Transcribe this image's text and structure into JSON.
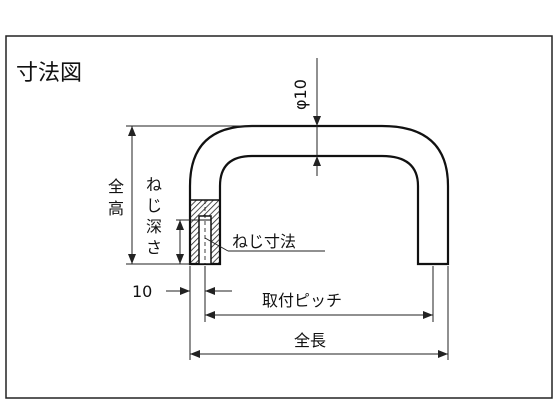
{
  "title": "寸法図",
  "labels": {
    "diameter": "φ10",
    "total_height_1": "全",
    "total_height_2": "高",
    "screw_depth_1": "ね",
    "screw_depth_2": "じ",
    "screw_depth_3": "深",
    "screw_depth_4": "さ",
    "screw_size": "ねじ寸法",
    "offset": "10",
    "mount_pitch": "取付ピッチ",
    "total_length": "全長"
  }
}
